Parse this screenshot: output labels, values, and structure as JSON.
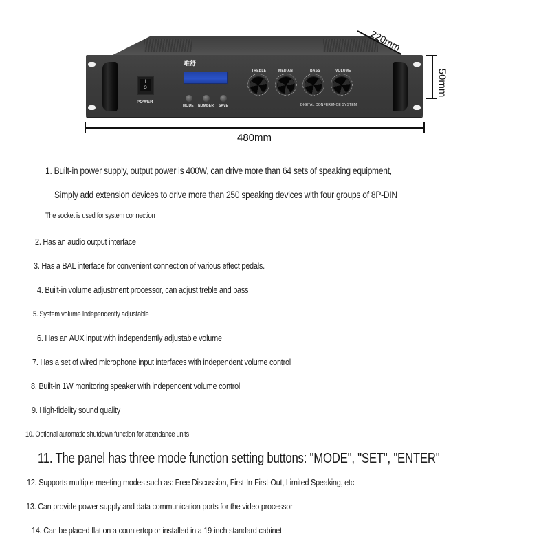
{
  "product_image": {
    "brand_logo": "唯舒",
    "power_label": "POWER",
    "power_switch_marks": [
      "I",
      "O"
    ],
    "buttons": [
      {
        "label": "MODE"
      },
      {
        "label": "NUMBER"
      },
      {
        "label": "SAVE"
      }
    ],
    "knobs": [
      {
        "label": "TREBLE"
      },
      {
        "label": "MEDIANT"
      },
      {
        "label": "BASS"
      },
      {
        "label": "VOLUME"
      }
    ],
    "system_label": "DIGITAL CONFERENCE SYSTEM",
    "display_color": "#2a52c8",
    "chassis_color": "#3b3b3b",
    "dimensions": {
      "width": "480mm",
      "height": "50mm",
      "depth": "220mm"
    }
  },
  "features": [
    {
      "text": "1. Built-in power supply, output power is 400W, can drive more than 64 sets of speaking equipment,"
    },
    {
      "text": "Simply add extension devices to drive more than 250 speaking devices with four groups of 8P-DIN"
    },
    {
      "text": "The socket is used for system connection"
    },
    {
      "text": "2. Has an audio output interface"
    },
    {
      "text": "3. Has a BAL interface for convenient connection of various effect pedals."
    },
    {
      "text": "4. Built-in volume adjustment processor, can adjust treble and bass"
    },
    {
      "text": "5. System volume Independently adjustable"
    },
    {
      "text": "6. Has an AUX input with independently adjustable volume"
    },
    {
      "text": "7. Has a set of wired microphone input interfaces with independent volume control"
    },
    {
      "text": "8. Built-in 1W monitoring speaker with independent volume control"
    },
    {
      "text": "9. High-fidelity sound quality"
    },
    {
      "text": "10. Optional automatic shutdown function for attendance units"
    },
    {
      "text": "11. The panel has three mode function setting buttons: \"MODE\", \"SET\", \"ENTER\""
    },
    {
      "text": "12. Supports multiple meeting modes such as: Free Discussion, First-In-First-Out, Limited Speaking, etc."
    },
    {
      "text": "13. Can provide power supply and data communication ports for the video processor"
    },
    {
      "text": "14. Can be placed flat on a countertop or installed in a 19-inch standard cabinet"
    }
  ]
}
